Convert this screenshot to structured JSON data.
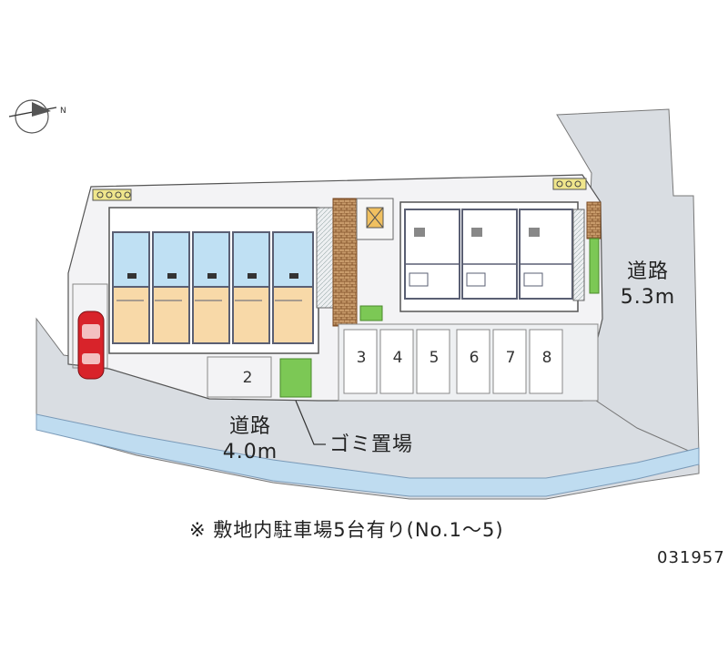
{
  "roads": {
    "east": {
      "name": "道路",
      "width": "5.3m"
    },
    "south": {
      "name": "道路",
      "width": "4.0m"
    }
  },
  "garbage_area_label": "ゴミ置場",
  "parking": {
    "spots": [
      "2",
      "3",
      "4",
      "5",
      "6",
      "7",
      "8"
    ]
  },
  "compass": {
    "north_symbol": "N"
  },
  "note": "※ 敷地内駐車場5台有り(No.1～5)",
  "property_code": "031957",
  "colors": {
    "road": "#d9dde2",
    "site": "#f3f3f5",
    "wall": "#5a5f73",
    "unit_floor": "#f8d9a8",
    "unit_wet_area": "#bfe0f3",
    "green": "#7cc855",
    "car": "#d8232a",
    "path_pattern": "#8a5a32"
  }
}
